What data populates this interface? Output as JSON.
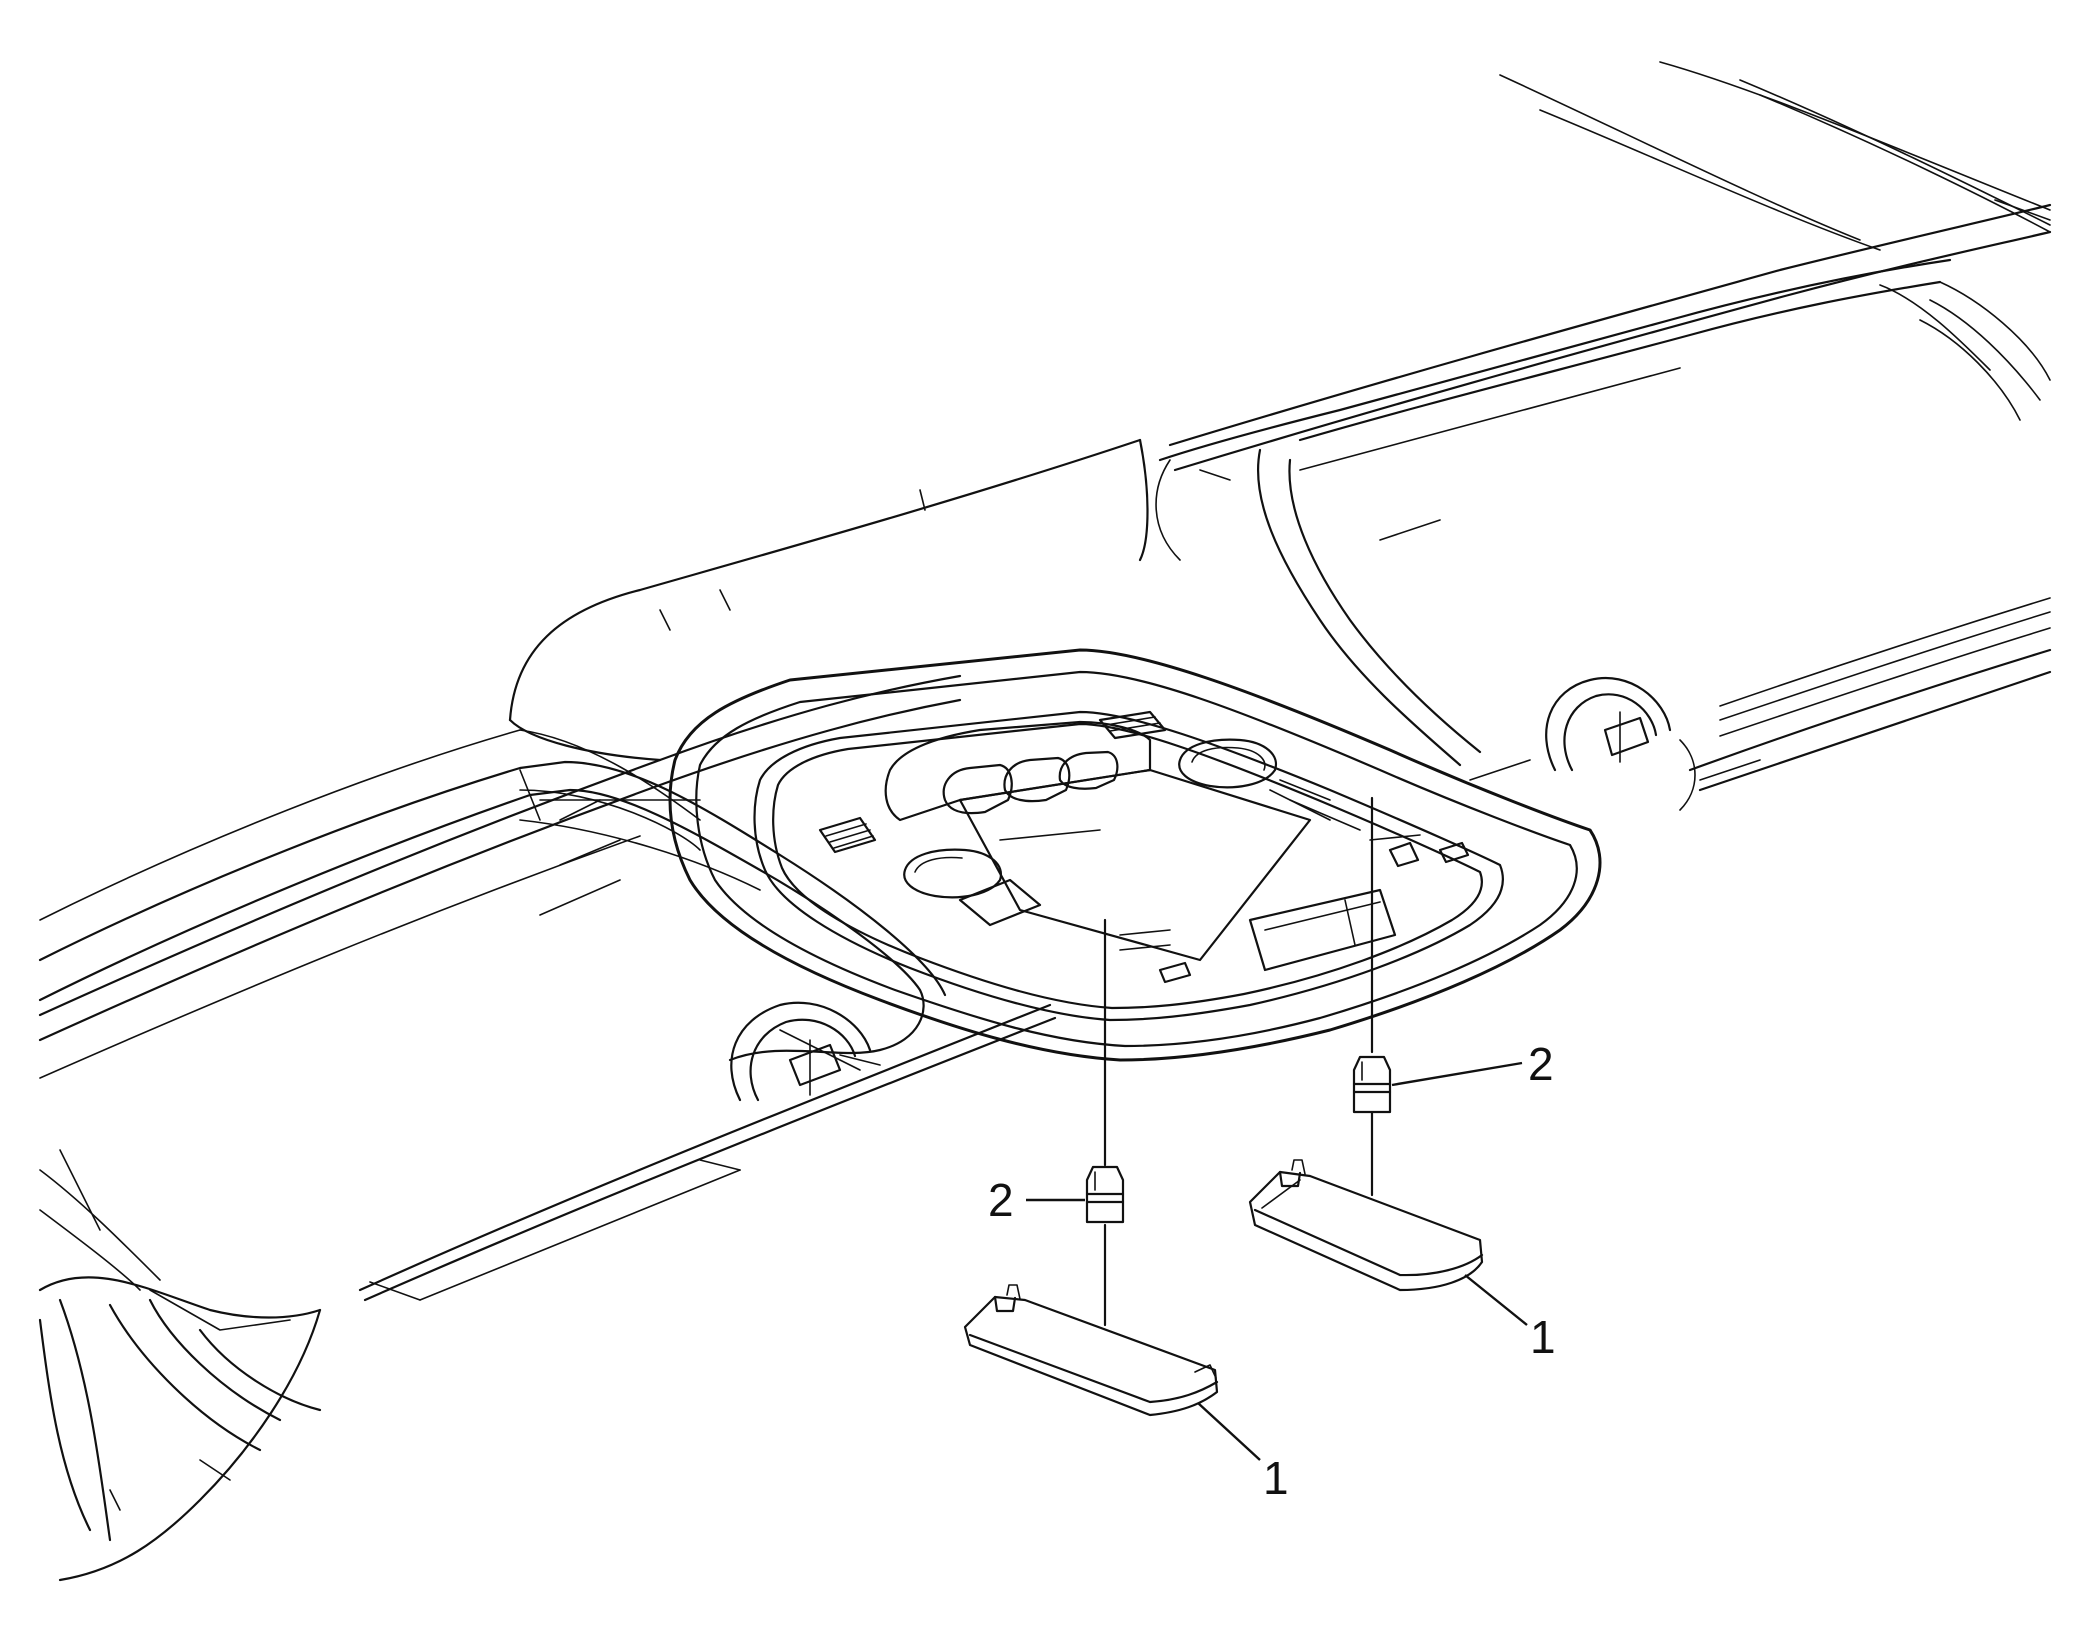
{
  "callouts": {
    "right_lens": "2",
    "left_lens": "2",
    "right_cover": "1",
    "left_cover": "1"
  },
  "colors": {
    "line": "#111111",
    "background": "#ffffff"
  }
}
